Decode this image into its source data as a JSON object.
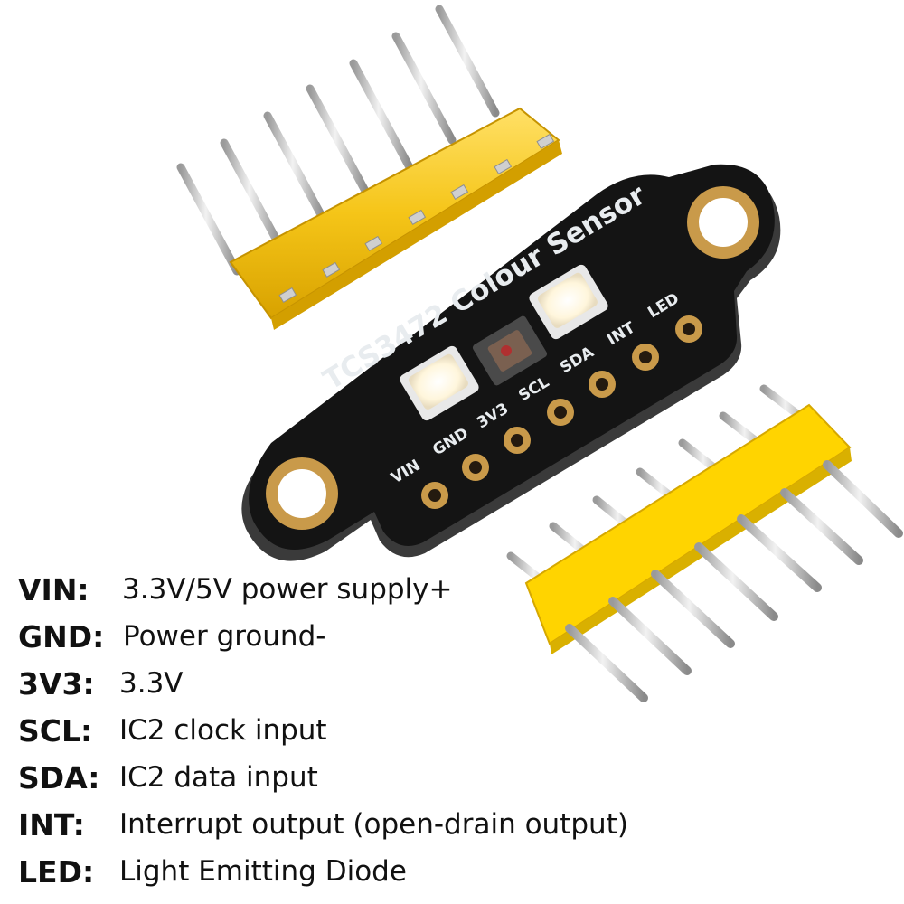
{
  "board": {
    "title": "TCS3472 Colour Sensor",
    "pin_labels": [
      "VIN",
      "GND",
      "3V3",
      "SCL",
      "SDA",
      "INT",
      "LED"
    ]
  },
  "pins": [
    {
      "name": "VIN:",
      "description": "3.3V/5V power supply+"
    },
    {
      "name": "GND:",
      "description": "Power ground-"
    },
    {
      "name": "3V3:",
      "description": "3.3V"
    },
    {
      "name": "SCL:",
      "description": "IC2 clock input"
    },
    {
      "name": "SDA:",
      "description": "IC2 data input"
    },
    {
      "name": "INT:",
      "description": "Interrupt output (open-drain output)"
    },
    {
      "name": "LED:",
      "description": "Light Emitting Diode"
    }
  ],
  "colors": {
    "pcb": "#141414",
    "pcb_edge": "#3a3a3a",
    "header_plastic": "#f5c518",
    "header_plastic_yellow": "#ffd400",
    "gold_pad": "#c99a4a",
    "pin_metal": "#c8c8c8",
    "silkscreen": "#e8ecef"
  }
}
